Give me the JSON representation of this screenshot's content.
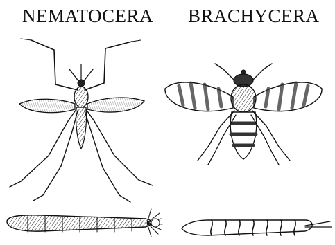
{
  "labels": {
    "left": "NEMATOCERA",
    "right": "BRACHYCERA"
  },
  "figures": {
    "left_adult": "mosquito-illustration",
    "right_adult": "fly-illustration",
    "left_larva": "nematocera-larva-illustration",
    "right_larva": "brachycera-larva-illustration"
  },
  "colors": {
    "ink": "#111111",
    "background": "#ffffff"
  }
}
